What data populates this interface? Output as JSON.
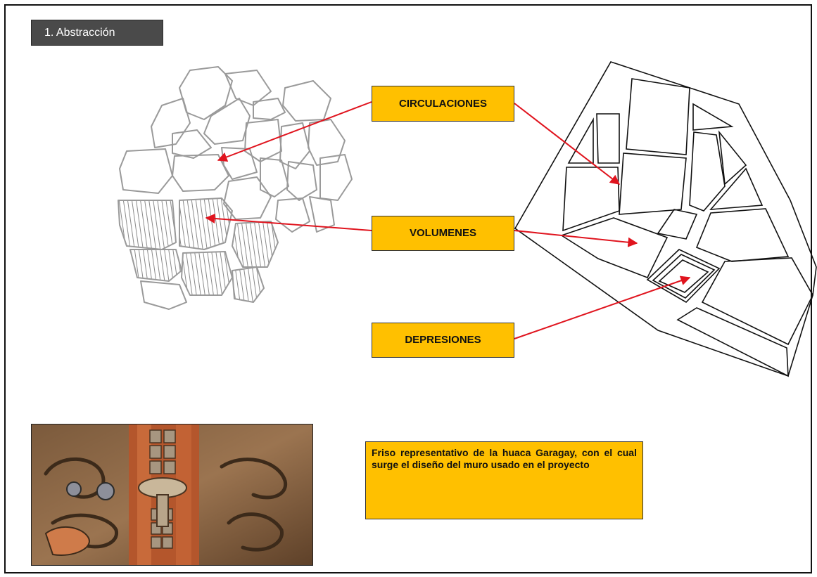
{
  "section": {
    "title": "1. Abstracción"
  },
  "labels": {
    "circulaciones": "CIRCULACIONES",
    "volumenes": "VOLUMENES",
    "depresiones": "DEPRESIONES"
  },
  "caption": "Friso representativo de la huaca Garagay, con el cual surge el diseño del muro usado en el proyecto",
  "colors": {
    "label_fill": "#ffc000",
    "arrow": "#e0141e",
    "tab_fill": "#4a4a4a"
  }
}
